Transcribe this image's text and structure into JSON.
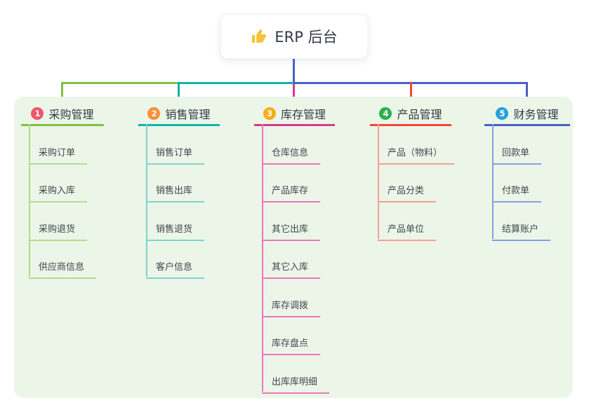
{
  "root": {
    "label": "ERP 后台",
    "icon": "thumbs-up-icon",
    "icon_color": "#f7c235"
  },
  "colors": {
    "panel_bg": "#ebf6e8",
    "root_stem_blue": "#4a5fc6",
    "top_link_left_green": "#82c043",
    "top_link_mid_teal": "#12b3a8",
    "top_link_right_blue": "#4a5fc6",
    "text_dark": "#333b46",
    "child_text": "#40474f"
  },
  "branches": [
    {
      "badge": "1",
      "label": "采购管理",
      "badge_color": "#f2556b",
      "line_color": "#82c043",
      "child_line_color": "#b5da8c",
      "children": [
        "采购订单",
        "采购入库",
        "采购退货",
        "供应商信息"
      ]
    },
    {
      "badge": "2",
      "label": "销售管理",
      "badge_color": "#f78f3d",
      "line_color": "#12b3a8",
      "child_line_color": "#7fd2c9",
      "children": [
        "销售订单",
        "销售出库",
        "销售退货",
        "客户信息"
      ]
    },
    {
      "badge": "3",
      "label": "库存管理",
      "badge_color": "#fbab17",
      "line_color": "#d6388f",
      "child_line_color": "#ee76bc",
      "children": [
        "仓库信息",
        "产品库存",
        "其它出库",
        "其它入库",
        "库存调拨",
        "库存盘点",
        "出库库明细"
      ]
    },
    {
      "badge": "4",
      "label": "产品管理",
      "badge_color": "#2eb050",
      "line_color": "#f4463c",
      "child_line_color": "#f79d96",
      "children": [
        "产品（物料）",
        "产品分类",
        "产品单位"
      ]
    },
    {
      "badge": "5",
      "label": "财务管理",
      "badge_color": "#299fe0",
      "line_color": "#4a5fc6",
      "child_line_color": "#8b9de0",
      "children": [
        "回款单",
        "付款单",
        "结算账户"
      ]
    }
  ]
}
